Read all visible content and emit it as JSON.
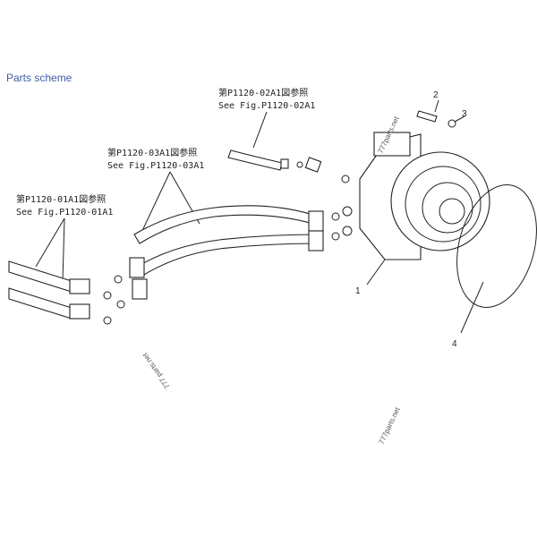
{
  "header": {
    "title": "Parts scheme"
  },
  "references": [
    {
      "jp": "第P1120-02A1図参照",
      "en": "See Fig.P1120-02A1"
    },
    {
      "jp": "第P1120-03A1図参照",
      "en": "See Fig.P1120-03A1"
    },
    {
      "jp": "第P1120-01A1図参照",
      "en": "See Fig.P1120-01A1"
    }
  ],
  "callouts": [
    "1",
    "2",
    "3",
    "4"
  ],
  "watermarks": [
    "777parts.net",
    "777 parts.net",
    "777parts.net"
  ]
}
